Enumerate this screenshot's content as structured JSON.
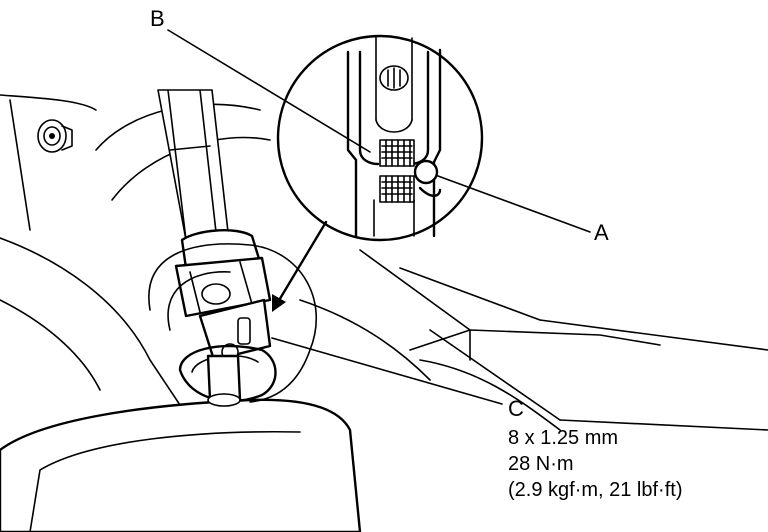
{
  "callouts": {
    "a": "A",
    "b": "B",
    "c": "C"
  },
  "spec": {
    "size": "8 x 1.25 mm",
    "torque_nm": "28 N·m",
    "torque_alt": "(2.9 kgf·m, 21 lbf·ft)"
  }
}
